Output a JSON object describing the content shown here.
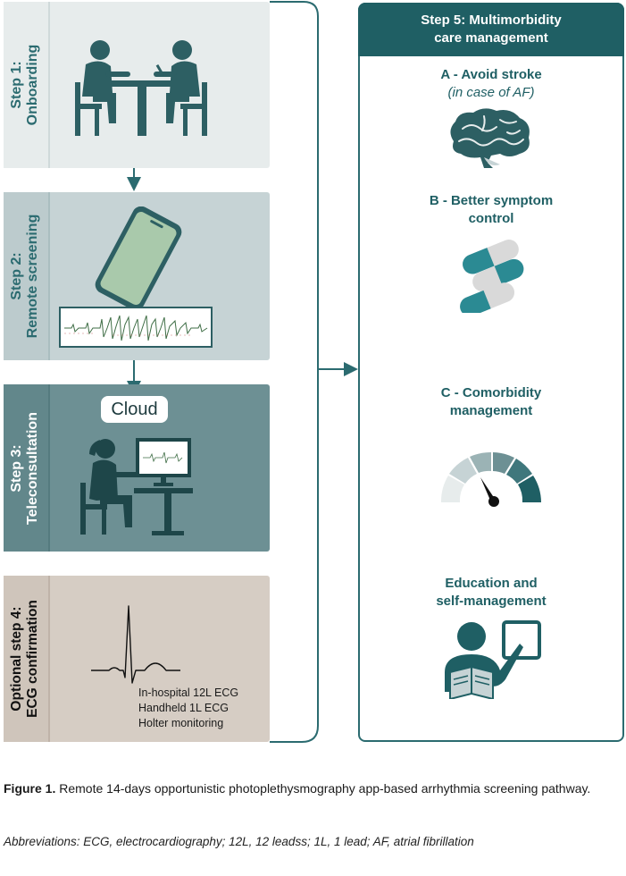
{
  "steps": {
    "step1": {
      "line1": "Step 1:",
      "line2": "Onboarding"
    },
    "step2": {
      "line1": "Step 2:",
      "line2": "Remote screening"
    },
    "step3": {
      "line1": "Step 3:",
      "line2": "Teleconsultation",
      "cloud_label": "Cloud"
    },
    "step4": {
      "line1": "Optional step 4:",
      "line2": "ECG confirmation",
      "methods": [
        "In-hospital 12L ECG",
        "Handheld 1L ECG",
        "Holter monitoring"
      ]
    }
  },
  "step5": {
    "header_line1": "Step 5: Multimorbidity",
    "header_line2": "care management",
    "section_a": {
      "title": "A - Avoid stroke",
      "subtitle": "(in case of AF)"
    },
    "section_b": {
      "line1": "B - Better symptom",
      "line2": "control"
    },
    "section_c": {
      "line1": "C - Comorbidity",
      "line2": "management"
    },
    "section_d": {
      "line1": "Education and",
      "line2": "self-management"
    }
  },
  "caption": {
    "figure_label": "Figure 1.",
    "text": " Remote 14-days opportunistic photoplethysmography app-based arrhythmia screening pathway."
  },
  "abbreviations": "Abbreviations: ECG, electrocardiography; 12L, 12 leadss; 1L, 1 lead; AF, atrial fibrillation",
  "icons": [
    "consultation-table-icon",
    "smartphone-icon",
    "ecg-strip-icon",
    "cloud-icon",
    "person-at-computer-icon",
    "ecg-waveform-icon",
    "brain-icon",
    "pills-icon",
    "gauge-icon",
    "teacher-board-icon"
  ],
  "colors": {
    "teal_dark": "#1f5f64",
    "teal": "#2b6b70",
    "step1_bg": "#e7ecec",
    "step2_bg": "#c6d3d5",
    "step3_bg": "#6d9094",
    "step4_bg": "#d6cdc4"
  }
}
